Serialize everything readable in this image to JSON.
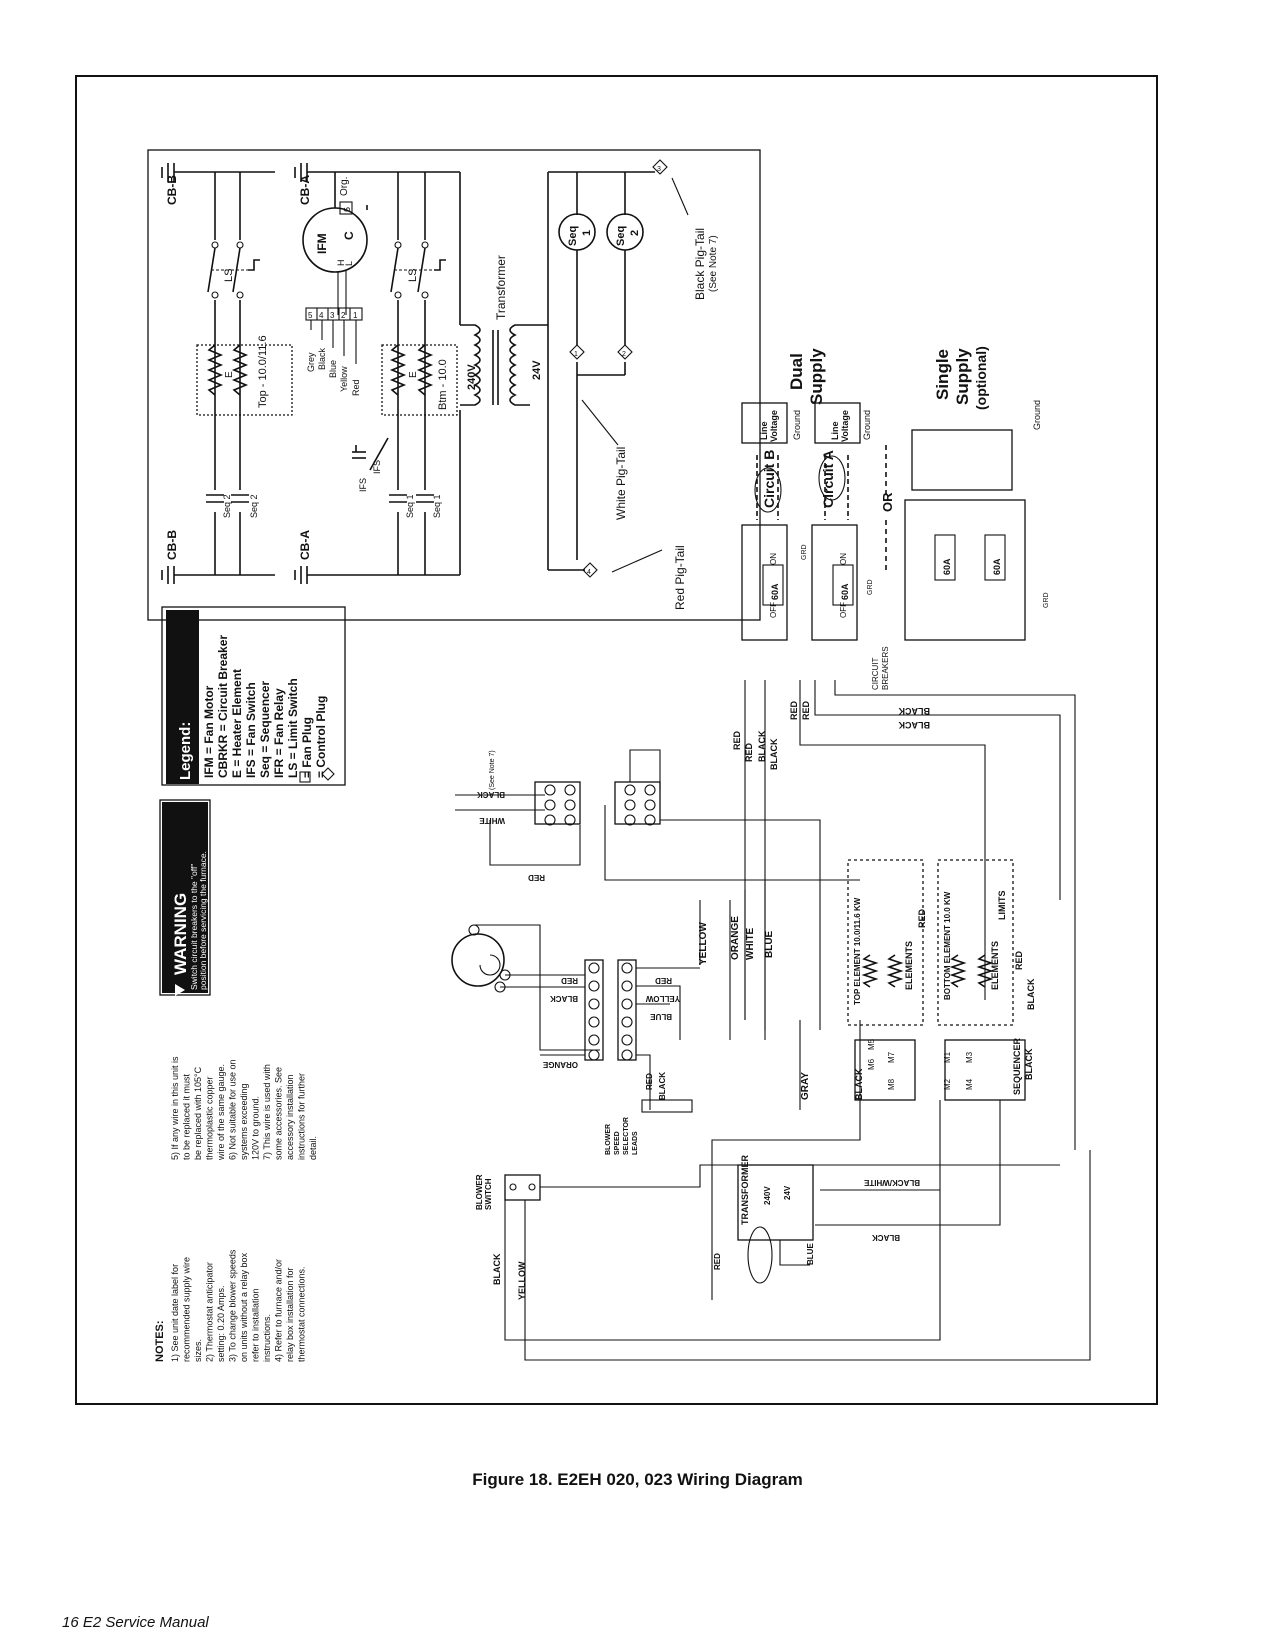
{
  "caption": "Figure 18. E2EH 020, 023 Wiring Diagram",
  "footer": "16 E2 Service Manual",
  "schematic": {
    "cb_b": "CB-B",
    "cb_a": "CB-A",
    "ifm": "IFM",
    "c": "C",
    "h": "H",
    "l": "L",
    "org": "Org.",
    "plug_6": "6",
    "ls": "LS",
    "ifs": "IFS",
    "e": "E",
    "top_rating": "Top - 10.0/11.6",
    "btm_rating": "Btm - 10.0",
    "seq1": "Seq 1",
    "seq2": "Seq 2",
    "grey": "Grey",
    "black": "Black",
    "blue": "Blue",
    "yellow": "Yellow",
    "red": "Red",
    "plug_5": "5",
    "plug_4": "4",
    "plug_3": "3",
    "plug_2": "2",
    "plug_1": "1",
    "transformer": "Transformer",
    "v240": "240V",
    "v24": "24V",
    "seq_1_coil": "Seq 1",
    "seq_2_coil": "Seq 2",
    "black_pigtail": "Black Pig-Tail",
    "see_note_7": "(See Note 7)",
    "white_pigtail": "White Pig-Tail",
    "red_pigtail": "Red Pig-Tail"
  },
  "legend": {
    "title": "Legend:",
    "items": [
      "IFM = Fan Motor",
      "CBRKR = Circuit Breaker",
      "E = Heater Element",
      "IFS = Fan Switch",
      "Seq = Sequencer",
      "IFR = Fan Relay",
      "LS = Limit Switch",
      "= Fan Plug",
      "= Control Plug"
    ]
  },
  "warning": {
    "title": "WARNING",
    "text1": "Switch circuit breakers to the \"off\"",
    "text2": "position before servicing the furnace."
  },
  "notes": {
    "title": "NOTES:",
    "col1": [
      "1) See unit date label for",
      "recommended supply wire",
      "sizes.",
      "2) Thermostat anticipator",
      "setting: 0.20 Amps.",
      "3) To change blower speeds",
      "on units without a relay box",
      "refer to installation",
      "instructions.",
      "4) Refer to furnace and/or",
      "relay box installation for",
      "thermostat connections."
    ],
    "col2": [
      "5) If any wire in this unit is",
      "to be replaced it must",
      "be replaced with 105°C",
      "thermoplastic copper",
      "wire of the same gauge.",
      "6) Not suitable for use on",
      "systems exceeding",
      "120V to ground.",
      "7) This wire is used with",
      "some accessories. See",
      "accessory installation",
      "instructions for further",
      "detail."
    ]
  },
  "supply": {
    "dual": "Dual Supply",
    "single": "Single Supply (optional)",
    "or": "OR",
    "circuit_a": "Circuit A",
    "circuit_b": "Circuit B",
    "line_voltage": "Line Voltage",
    "ground": "Ground",
    "grd": "GRD",
    "on": "ON",
    "off": "OFF",
    "amps": "60A",
    "circuit_breakers": "CIRCUIT BREAKERS"
  },
  "wiring": {
    "red": "RED",
    "black": "BLACK",
    "white": "WHITE",
    "yellow": "YELLOW",
    "orange": "ORANGE",
    "blue": "BLUE",
    "gray": "GRAY",
    "see_note_7": "(See Note 7)",
    "top_element": "TOP ELEMENT 10.0/11.6 KW",
    "bottom_element": "BOTTOM ELEMENT 10.0 KW",
    "elements": "ELEMENTS",
    "limits": "LIMITS",
    "sequencer": "SEQUENCER",
    "blower_speed": "BLOWER SPEED SELECTOR LEADS",
    "blower_switch": "BLOWER SWITCH",
    "transformer": "TRANSFORMER",
    "v240": "240V",
    "v24": "24V",
    "blackwhite": "BLACK/WHITE",
    "m1": "M1",
    "m2": "M2",
    "m3": "M3",
    "m4": "M4",
    "m5": "M5",
    "m6": "M6",
    "m7": "M7",
    "m8": "M8"
  }
}
